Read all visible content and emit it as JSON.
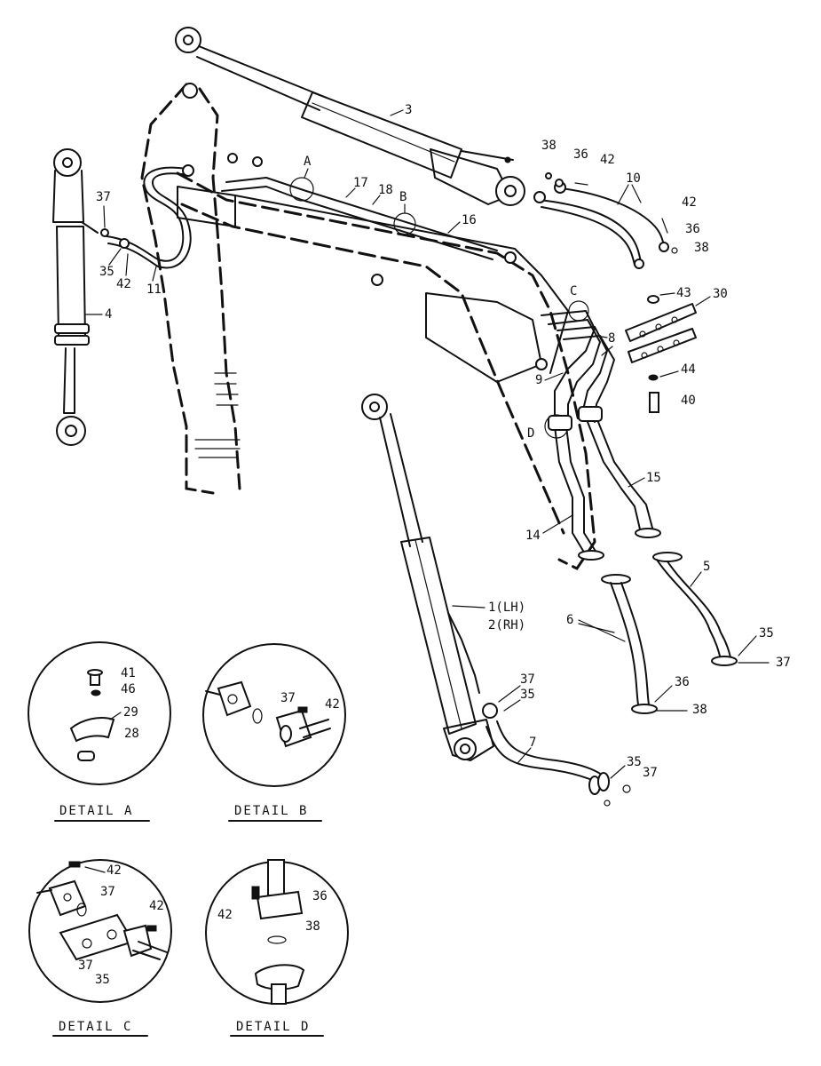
{
  "parts": {
    "p1": "1(LH)",
    "p2": "2(RH)",
    "p3": "3",
    "p4": "4",
    "p5": "5",
    "p6": "6",
    "p7": "7",
    "p8": "8",
    "p9": "9",
    "p10": "10",
    "p11": "11",
    "p14": "14",
    "p15": "15",
    "p16": "16",
    "p17": "17",
    "p18": "18",
    "p28": "28",
    "p29": "29",
    "p30": "30",
    "p35": "35",
    "p36": "36",
    "p37": "37",
    "p38": "38",
    "p40": "40",
    "p41": "41",
    "p42": "42",
    "p43": "43",
    "p44": "44",
    "p46": "46"
  },
  "callouts": {
    "a": "A",
    "b": "B",
    "c": "C",
    "d": "D"
  },
  "details": {
    "a": "DETAIL A",
    "b": "DETAIL B",
    "c": "DETAIL C",
    "d": "DETAIL D"
  }
}
